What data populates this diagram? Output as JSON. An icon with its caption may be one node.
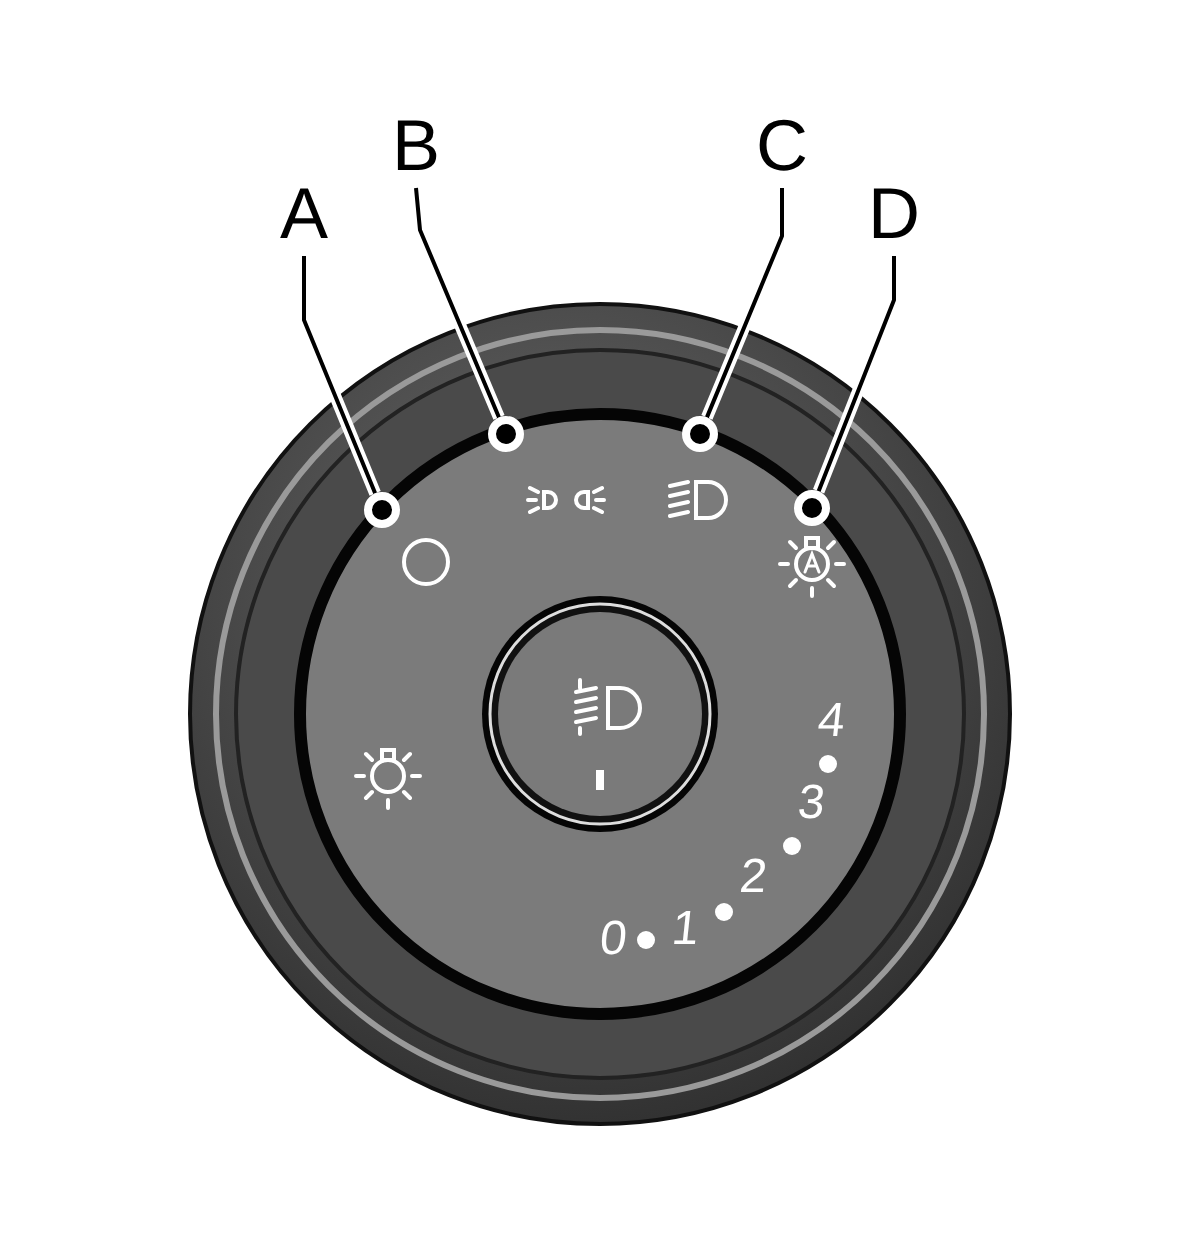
{
  "diagram": {
    "nodes": [
      {
        "text": [
          "A"
        ]
      },
      {
        "text": [
          "B"
        ]
      },
      {
        "text": [
          "C"
        ]
      },
      {
        "text": [
          "D"
        ]
      },
      {
        "text": [],
        "shape": "circle"
      },
      {
        "text": [],
        "shape": "circle"
      },
      {
        "text": [],
        "shape": "circle"
      },
      {
        "text": [],
        "shape": "circle"
      }
    ],
    "edges": [
      {
        "from": 0,
        "to": 4,
        "arrow": "none"
      },
      {
        "from": 1,
        "to": 5,
        "arrow": "none"
      },
      {
        "from": 2,
        "to": 6,
        "arrow": "none"
      },
      {
        "from": 3,
        "to": 7,
        "arrow": "none"
      }
    ],
    "labels": [
      "4",
      "3",
      "2",
      "0",
      "1"
    ]
  }
}
